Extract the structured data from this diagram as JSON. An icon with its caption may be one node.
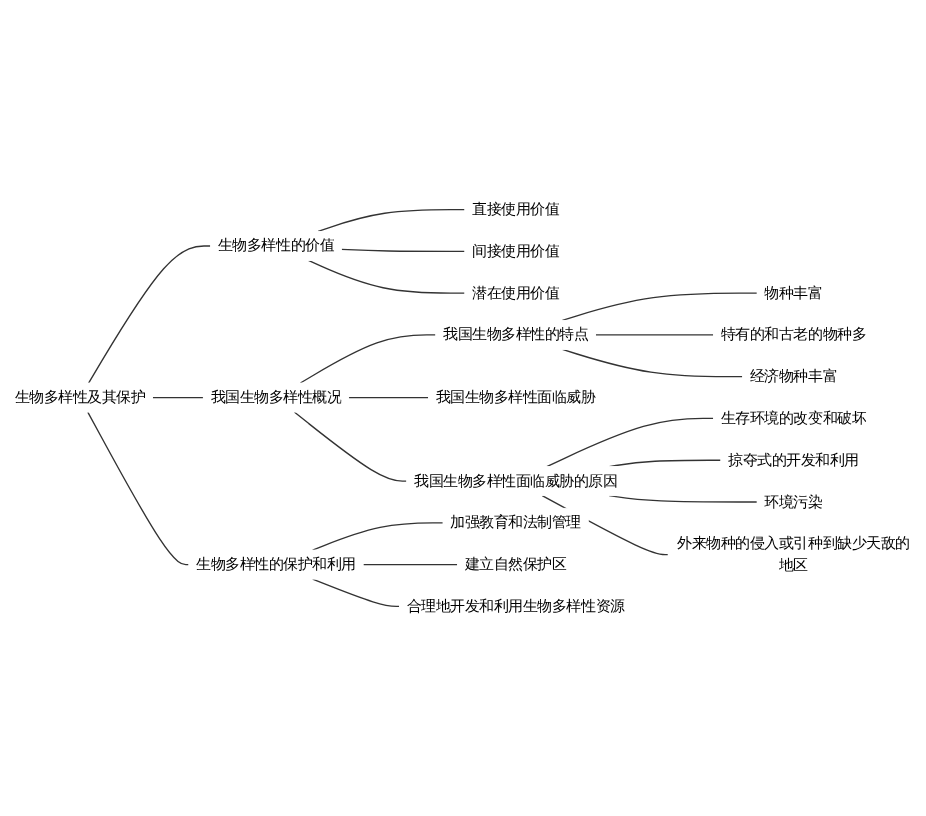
{
  "diagram": {
    "nodes": [
      {
        "text": [
          "生物多样性及其保护"
        ]
      },
      {
        "text": [
          "生物多样性的价值"
        ]
      },
      {
        "text": [
          "直接使用价值"
        ]
      },
      {
        "text": [
          "间接使用价值"
        ]
      },
      {
        "text": [
          "潜在使用价值"
        ]
      },
      {
        "text": [
          "我国生物多样性概况"
        ]
      },
      {
        "text": [
          "我国生物多样性的特点"
        ]
      },
      {
        "text": [
          "物种丰富"
        ]
      },
      {
        "text": [
          "特有的和古老的物种多"
        ]
      },
      {
        "text": [
          "经济物种丰富"
        ]
      },
      {
        "text": [
          "我国生物多样性面临威胁"
        ]
      },
      {
        "text": [
          "我国生物多样性面临威胁的原因"
        ]
      },
      {
        "text": [
          "生存环境的改变和破坏"
        ]
      },
      {
        "text": [
          "掠夺式的开发和利用"
        ]
      },
      {
        "text": [
          "环境污染"
        ]
      },
      {
        "text": [
          "外来物种的侵入或引种到缺少天敌的地区"
        ]
      },
      {
        "text": [
          "生物多样性的保护和利用"
        ]
      },
      {
        "text": [
          "加强教育和法制管理"
        ]
      },
      {
        "text": [
          "建立自然保护区"
        ]
      },
      {
        "text": [
          "合理地开发和利用生物多样性资源"
        ]
      }
    ],
    "edges": [
      {
        "from": 0,
        "to": 1,
        "arrow": "none"
      },
      {
        "from": 0,
        "to": 5,
        "arrow": "none"
      },
      {
        "from": 0,
        "to": 16,
        "arrow": "none"
      },
      {
        "from": 1,
        "to": 2,
        "arrow": "none"
      },
      {
        "from": 1,
        "to": 3,
        "arrow": "none"
      },
      {
        "from": 1,
        "to": 4,
        "arrow": "none"
      },
      {
        "from": 5,
        "to": 6,
        "arrow": "none"
      },
      {
        "from": 5,
        "to": 10,
        "arrow": "none"
      },
      {
        "from": 5,
        "to": 11,
        "arrow": "none"
      },
      {
        "from": 6,
        "to": 7,
        "arrow": "none"
      },
      {
        "from": 6,
        "to": 8,
        "arrow": "none"
      },
      {
        "from": 6,
        "to": 9,
        "arrow": "none"
      },
      {
        "from": 11,
        "to": 12,
        "arrow": "none"
      },
      {
        "from": 11,
        "to": 13,
        "arrow": "none"
      },
      {
        "from": 11,
        "to": 14,
        "arrow": "none"
      },
      {
        "from": 11,
        "to": 15,
        "arrow": "none"
      },
      {
        "from": 16,
        "to": 17,
        "arrow": "none"
      },
      {
        "from": 16,
        "to": 18,
        "arrow": "none"
      },
      {
        "from": 16,
        "to": 19,
        "arrow": "none"
      }
    ]
  }
}
